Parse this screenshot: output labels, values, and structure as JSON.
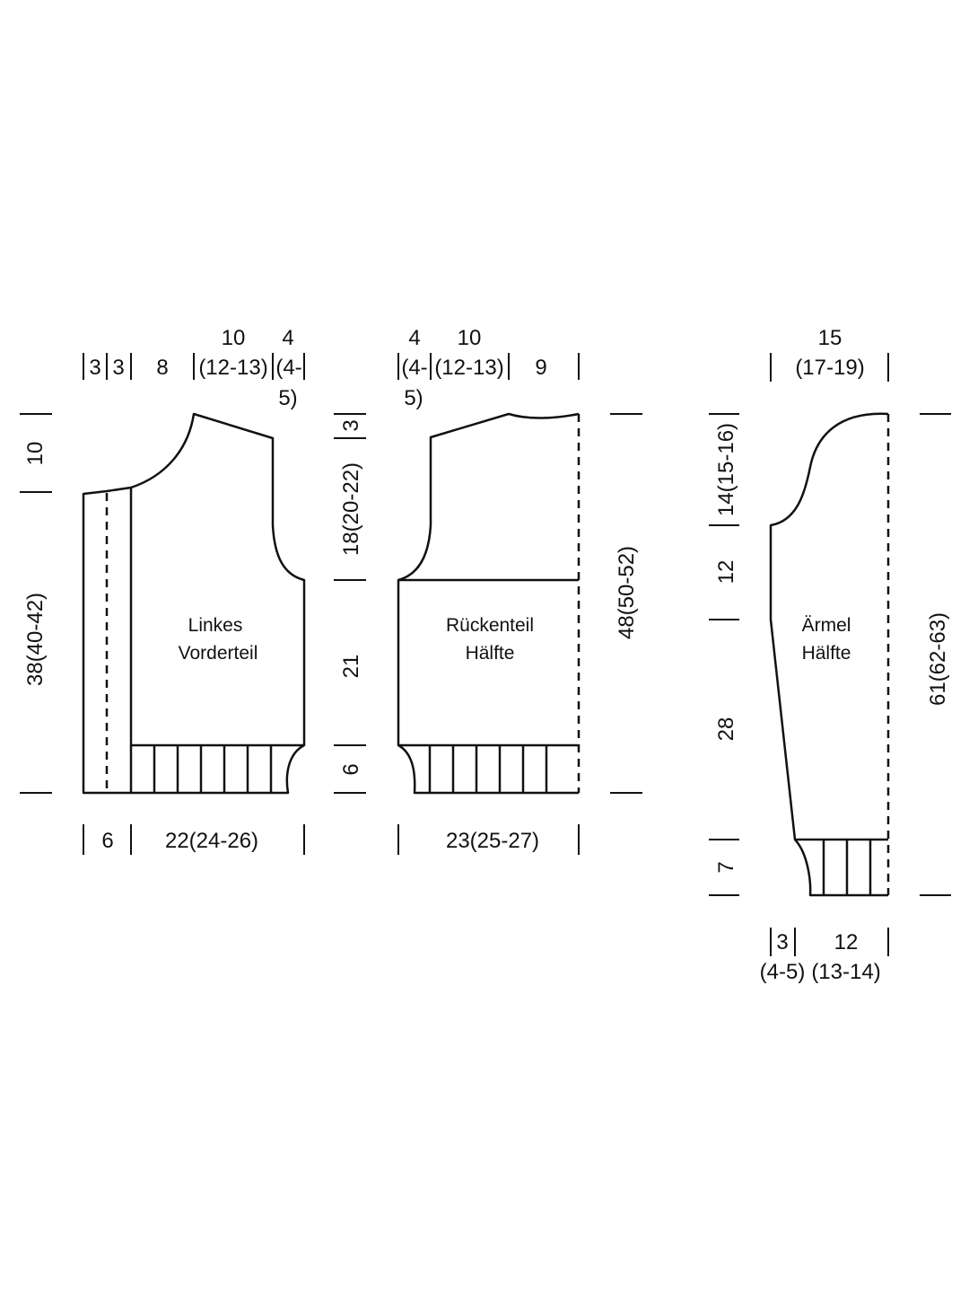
{
  "pieces": {
    "front": {
      "name_line1": "Linkes",
      "name_line2": "Vorderteil",
      "top_dims": [
        "3",
        "3",
        "8"
      ],
      "top_dim_neck_a": "10",
      "top_dim_neck_b": "(12-13)",
      "top_dim_shoulder_a": "4",
      "top_dim_shoulder_b": "(4-",
      "top_dim_shoulder_c": "5)",
      "left_dim_top": "10",
      "left_dim_total": "38(40-42)",
      "bottom_dim_band": "6",
      "bottom_dim_width": "22(24-26)"
    },
    "back": {
      "name_line1": "Rückenteil",
      "name_line2": "Hälfte",
      "top_dim_shoulder_a": "4",
      "top_dim_shoulder_b": "(4-",
      "top_dim_shoulder_c": "5)",
      "top_dim_neck_a": "10",
      "top_dim_neck_b": "(12-13)",
      "top_dim_half": "9",
      "middle_dims": [
        "3",
        "18(20-22)",
        "21",
        "6"
      ],
      "right_dim_total": "48(50-52)",
      "bottom_dim_width": "23(25-27)"
    },
    "sleeve": {
      "name_line1": "Ärmel",
      "name_line2": "Hälfte",
      "top_dim_a": "15",
      "top_dim_b": "(17-19)",
      "left_dims": [
        "14(15-16)",
        "12",
        "28",
        "7"
      ],
      "right_dim_total": "61(62-63)",
      "bottom_dim_a1": "3",
      "bottom_dim_a2": "(4-5)",
      "bottom_dim_b1": "12",
      "bottom_dim_b2": "(13-14)"
    }
  }
}
